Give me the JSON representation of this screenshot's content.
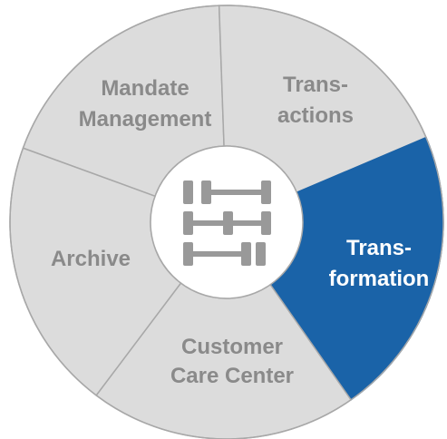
{
  "colors": {
    "segment_fill": "#dcdcdc",
    "segment_stroke": "#a8a8a8",
    "label_gray": "#8a8a8a",
    "highlight_fill": "#1a63a8",
    "highlight_text": "#ffffff",
    "hub_fill": "#ffffff",
    "hub_icon": "#999999"
  },
  "segments": [
    {
      "id": "mandate-management",
      "lines": [
        "Mandate",
        "Management"
      ],
      "highlighted": false
    },
    {
      "id": "transactions",
      "lines": [
        "Trans-",
        "actions"
      ],
      "highlighted": false
    },
    {
      "id": "transformation",
      "lines": [
        "Trans-",
        "formation"
      ],
      "highlighted": true
    },
    {
      "id": "customer-care-center",
      "lines": [
        "Customer",
        "Care Center"
      ],
      "highlighted": false
    },
    {
      "id": "archive",
      "lines": [
        "Archive"
      ],
      "highlighted": false
    }
  ],
  "hub": {
    "icon": "weights-icon"
  }
}
